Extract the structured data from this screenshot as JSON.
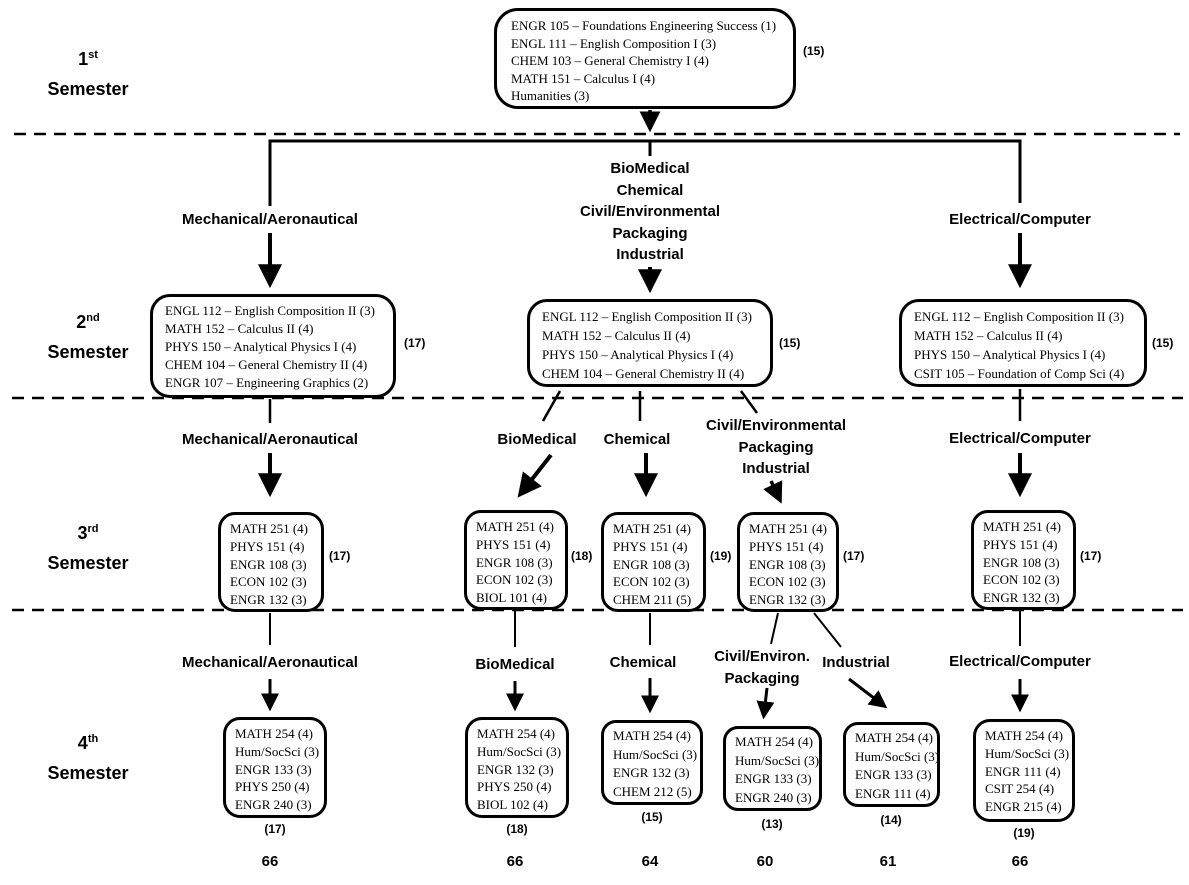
{
  "diagram": {
    "title_implicit": "Engineering curriculum four-semester flowchart",
    "ink_color": "#000000",
    "background_color": "#ffffff",
    "semester_labels": [
      {
        "num": "1",
        "suffix": "st",
        "word": "Semester"
      },
      {
        "num": "2",
        "suffix": "nd",
        "word": "Semester"
      },
      {
        "num": "3",
        "suffix": "rd",
        "word": "Semester"
      },
      {
        "num": "4",
        "suffix": "th",
        "word": "Semester"
      }
    ],
    "semester1": {
      "box": {
        "courses": [
          "ENGR 105 – Foundations Engineering Success (1)",
          "ENGL 111 – English Composition I (3)",
          "CHEM 103 – General Chemistry I (4)",
          "MATH 151 – Calculus I (4)",
          "Humanities (3)"
        ],
        "credits": "(15)"
      }
    },
    "branch1": {
      "left": "Mechanical/Aeronautical",
      "middle": [
        "BioMedical",
        "Chemical",
        "Civil/Environmental",
        "Packaging",
        "Industrial"
      ],
      "right": "Electrical/Computer"
    },
    "semester2": {
      "boxes": [
        {
          "courses": [
            "ENGL 112 – English Composition II (3)",
            "MATH 152 – Calculus II (4)",
            "PHYS 150 – Analytical Physics I (4)",
            "CHEM 104 – General Chemistry II (4)",
            "ENGR 107 – Engineering Graphics (2)"
          ],
          "credits": "(17)"
        },
        {
          "courses": [
            "ENGL 112 – English Composition II (3)",
            "MATH 152 – Calculus II (4)",
            "PHYS 150 – Analytical Physics I (4)",
            "CHEM 104 – General Chemistry II (4)"
          ],
          "credits": "(15)"
        },
        {
          "courses": [
            "ENGL 112 – English Composition II (3)",
            "MATH 152 – Calculus II (4)",
            "PHYS 150 – Analytical Physics I (4)",
            "CSIT 105 – Foundation of Comp Sci (4)"
          ],
          "credits": "(15)"
        }
      ]
    },
    "branch2": {
      "mech": "Mechanical/Aeronautical",
      "biomedical": "BioMedical",
      "chemical": "Chemical",
      "civil_stack": [
        "Civil/Environmental",
        "Packaging",
        "Industrial"
      ],
      "electrical": "Electrical/Computer"
    },
    "semester3": {
      "boxes": [
        {
          "courses": [
            "MATH 251 (4)",
            "PHYS 151 (4)",
            "ENGR 108 (3)",
            "ECON 102 (3)",
            "ENGR 132 (3)"
          ],
          "credits": "(17)"
        },
        {
          "courses": [
            "MATH 251 (4)",
            "PHYS 151 (4)",
            "ENGR 108 (3)",
            "ECON 102 (3)",
            "BIOL 101 (4)"
          ],
          "credits": "(18)"
        },
        {
          "courses": [
            "MATH 251 (4)",
            "PHYS 151 (4)",
            "ENGR 108 (3)",
            "ECON 102 (3)",
            "CHEM 211 (5)"
          ],
          "credits": "(19)"
        },
        {
          "courses": [
            "MATH 251 (4)",
            "PHYS 151 (4)",
            "ENGR 108 (3)",
            "ECON 102 (3)",
            "ENGR 132 (3)"
          ],
          "credits": "(17)"
        },
        {
          "courses": [
            "MATH 251 (4)",
            "PHYS 151 (4)",
            "ENGR 108 (3)",
            "ECON 102 (3)",
            "ENGR 132 (3)"
          ],
          "credits": "(17)"
        }
      ]
    },
    "branch3": {
      "mech": "Mechanical/Aeronautical",
      "biomedical": "BioMedical",
      "chemical": "Chemical",
      "civil_stack": [
        "Civil/Environ.",
        "Packaging"
      ],
      "industrial": "Industrial",
      "electrical": "Electrical/Computer"
    },
    "semester4": {
      "boxes": [
        {
          "courses": [
            "MATH 254 (4)",
            "Hum/SocSci (3)",
            "ENGR 133 (3)",
            "PHYS 250 (4)",
            "ENGR 240 (3)"
          ],
          "credits": "(17)"
        },
        {
          "courses": [
            "MATH 254 (4)",
            "Hum/SocSci (3)",
            "ENGR 132 (3)",
            "PHYS 250 (4)",
            "BIOL 102 (4)"
          ],
          "credits": "(18)"
        },
        {
          "courses": [
            "MATH 254 (4)",
            "Hum/SocSci (3)",
            "ENGR 132 (3)",
            "CHEM 212 (5)"
          ],
          "credits": "(15)"
        },
        {
          "courses": [
            "MATH 254 (4)",
            "Hum/SocSci (3)",
            "ENGR 133 (3)",
            "ENGR 240 (3)"
          ],
          "credits": "(13)"
        },
        {
          "courses": [
            "MATH 254 (4)",
            "Hum/SocSci (3)",
            "ENGR 133 (3)",
            "ENGR 111 (4)"
          ],
          "credits": "(14)"
        },
        {
          "courses": [
            "MATH 254 (4)",
            "Hum/SocSci (3)",
            "ENGR 111 (4)",
            "CSIT 254 (4)",
            "ENGR 215 (4)"
          ],
          "credits": "(19)"
        }
      ]
    },
    "totals": [
      "66",
      "66",
      "64",
      "60",
      "61",
      "66"
    ]
  }
}
